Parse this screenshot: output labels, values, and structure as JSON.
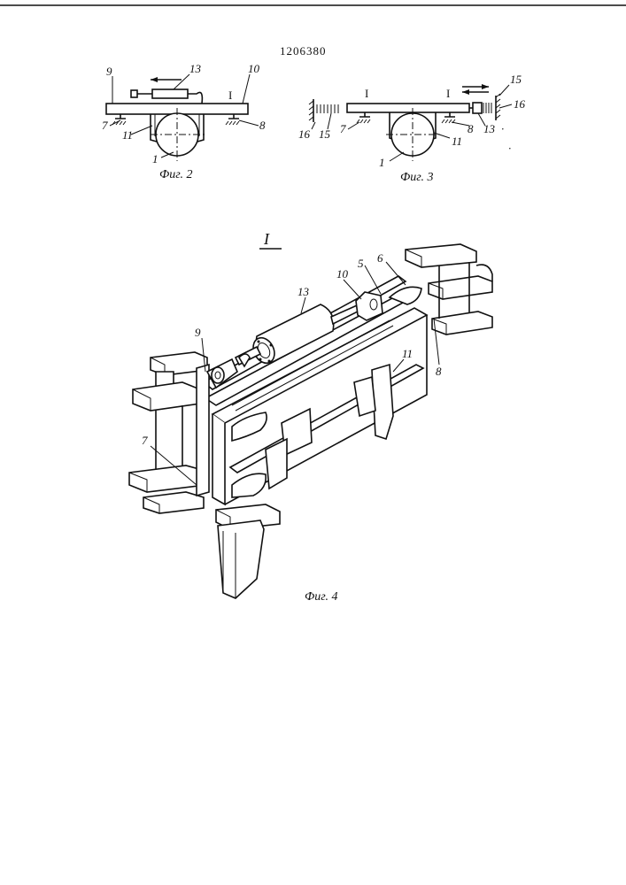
{
  "patent_number": "1206380",
  "fig2": {
    "caption": "Фиг. 2",
    "labels": [
      "9",
      "13",
      "10",
      "7",
      "11",
      "8",
      "1"
    ]
  },
  "fig3": {
    "caption": "Фиг. 3",
    "labels": [
      "15",
      "16",
      "16",
      "15",
      "7",
      "8",
      "11",
      "13",
      "1"
    ]
  },
  "fig4": {
    "caption": "Фиг. 4",
    "section_mark": "I",
    "labels": [
      "6",
      "5",
      "10",
      "13",
      "9",
      "11",
      "8",
      "7"
    ]
  }
}
